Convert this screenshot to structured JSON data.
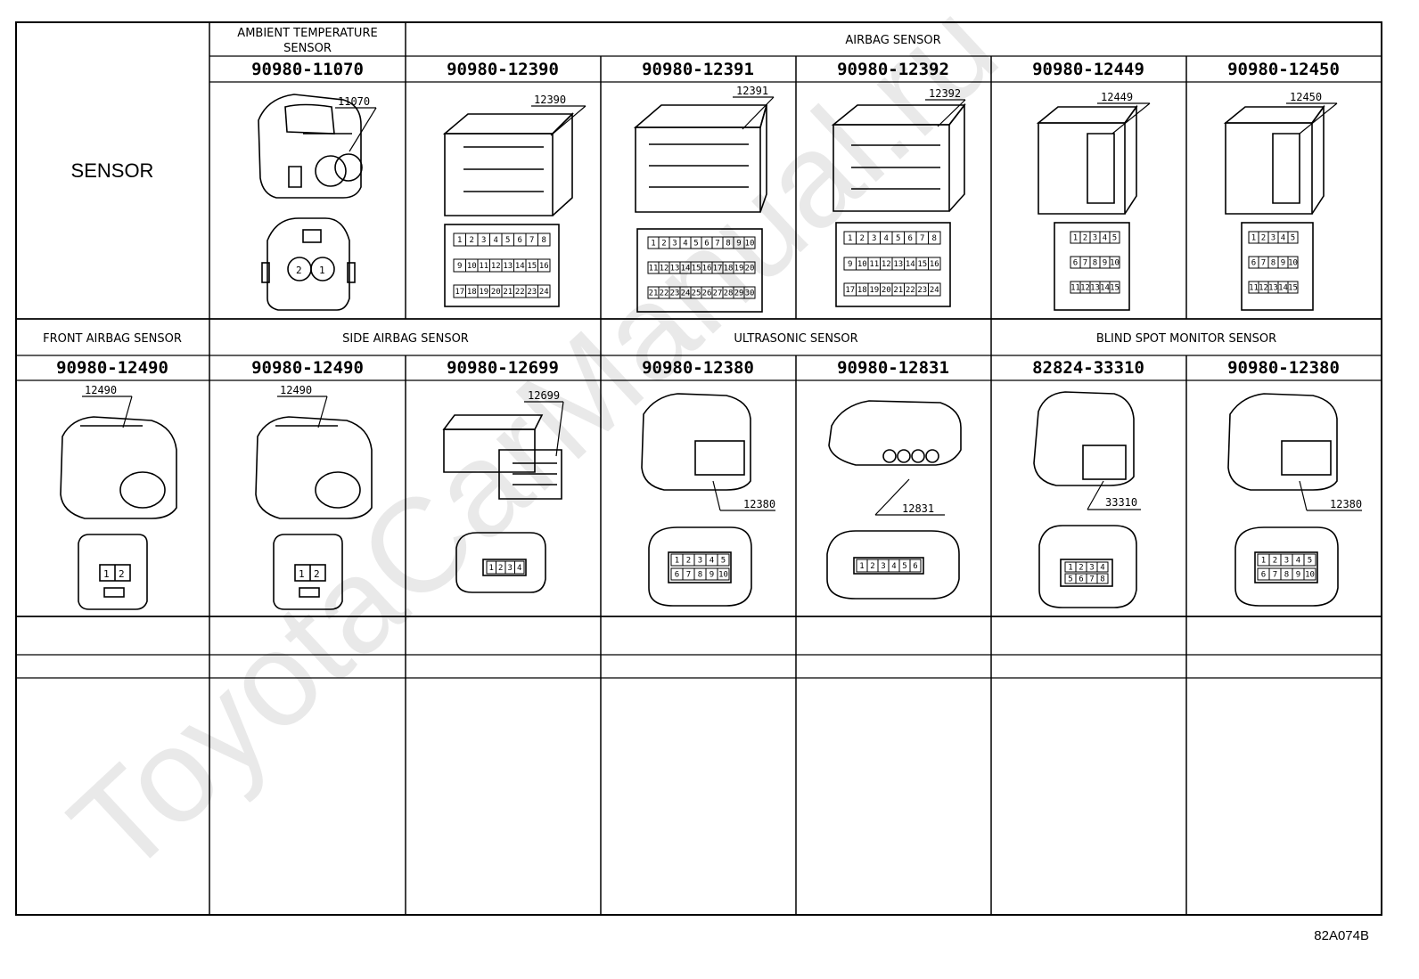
{
  "row_label": "SENSOR",
  "row1": {
    "group_headers": [
      "AMBIENT TEMPERATURE",
      "SENSOR",
      "AIRBAG SENSOR"
    ],
    "part_numbers": [
      "90980-11070",
      "90980-12390",
      "90980-12391",
      "90980-12392",
      "90980-12449",
      "90980-12450"
    ],
    "callouts": [
      "11070",
      "12390",
      "12391",
      "12392",
      "12449",
      "12450"
    ],
    "pins_11070": [
      "2",
      "1"
    ],
    "pins_12390": [
      "1",
      "2",
      "3",
      "4",
      "5",
      "6",
      "7",
      "8",
      "9",
      "10",
      "11",
      "12",
      "13",
      "14",
      "15",
      "16",
      "17",
      "18",
      "19",
      "20",
      "21",
      "22",
      "23",
      "24"
    ],
    "pins_12391": [
      "1",
      "2",
      "3",
      "4",
      "5",
      "6",
      "7",
      "8",
      "9",
      "10",
      "11",
      "12",
      "13",
      "14",
      "15",
      "16",
      "17",
      "18",
      "19",
      "20",
      "21",
      "22",
      "23",
      "24",
      "25",
      "26",
      "27",
      "28",
      "29",
      "30"
    ],
    "pins_12392": [
      "1",
      "2",
      "3",
      "4",
      "5",
      "6",
      "7",
      "8",
      "9",
      "10",
      "11",
      "12",
      "13",
      "14",
      "15",
      "16",
      "17",
      "18",
      "19",
      "20",
      "21",
      "22",
      "23",
      "24"
    ],
    "pins_12449": [
      "1",
      "2",
      "3",
      "4",
      "5",
      "6",
      "7",
      "8",
      "9",
      "10",
      "11",
      "12",
      "13",
      "14",
      "15"
    ],
    "pins_12450": [
      "1",
      "2",
      "3",
      "4",
      "5",
      "6",
      "7",
      "8",
      "9",
      "10",
      "11",
      "12",
      "13",
      "14",
      "15"
    ]
  },
  "row2": {
    "group_headers": [
      "FRONT AIRBAG SENSOR",
      "SIDE AIRBAG SENSOR",
      "ULTRASONIC SENSOR",
      "BLIND SPOT MONITOR SENSOR"
    ],
    "part_numbers": [
      "90980-12490",
      "90980-12490",
      "90980-12699",
      "90980-12380",
      "90980-12831",
      "82824-33310",
      "90980-12380"
    ],
    "callouts": [
      "12490",
      "12490",
      "12699",
      "12380",
      "12831",
      "33310",
      "12380"
    ],
    "pins_12490": [
      "1",
      "2"
    ],
    "pins_12699": [
      "1",
      "2",
      "3",
      "4"
    ],
    "pins_12380": [
      "1",
      "2",
      "3",
      "4",
      "5",
      "6",
      "7",
      "8",
      "9",
      "10"
    ],
    "pins_12831": [
      "1",
      "2",
      "3",
      "4",
      "5",
      "6"
    ],
    "pins_33310": [
      "1",
      "2",
      "3",
      "4",
      "5",
      "6",
      "7",
      "8"
    ]
  },
  "watermark": "ToyotaCarManual.ru",
  "diagram_code": "82A074B"
}
